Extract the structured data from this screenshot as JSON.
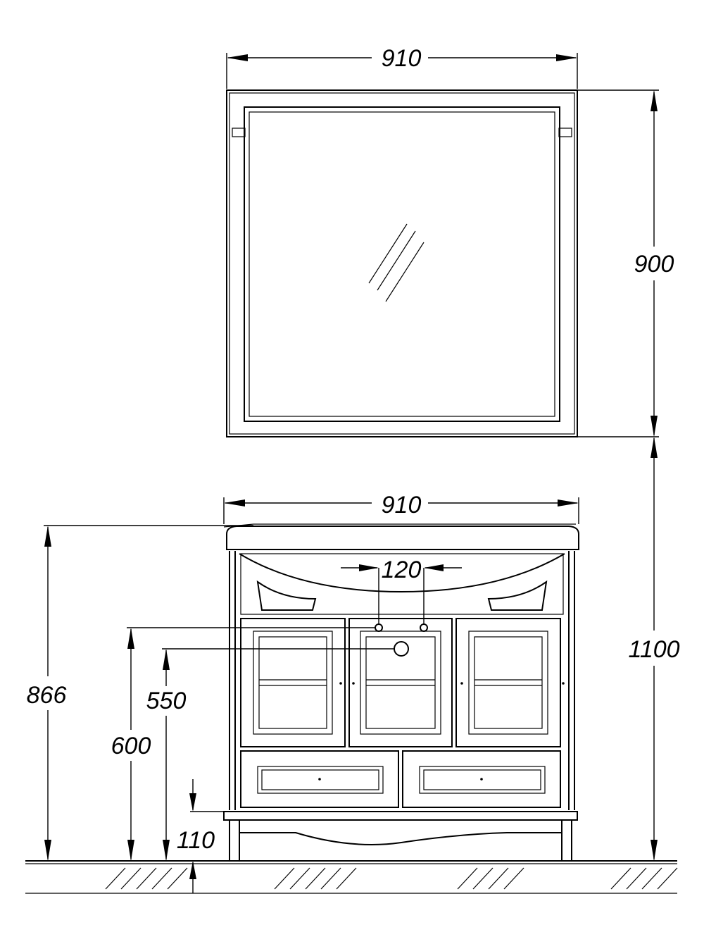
{
  "dimensions": {
    "mirror_width": "910",
    "mirror_height": "900",
    "vanity_width": "910",
    "faucet_spacing": "120",
    "total_height_mirror": "1100",
    "vanity_height": "866",
    "water_inlet_height": "600",
    "drain_height": "550",
    "plinth_height": "110"
  }
}
